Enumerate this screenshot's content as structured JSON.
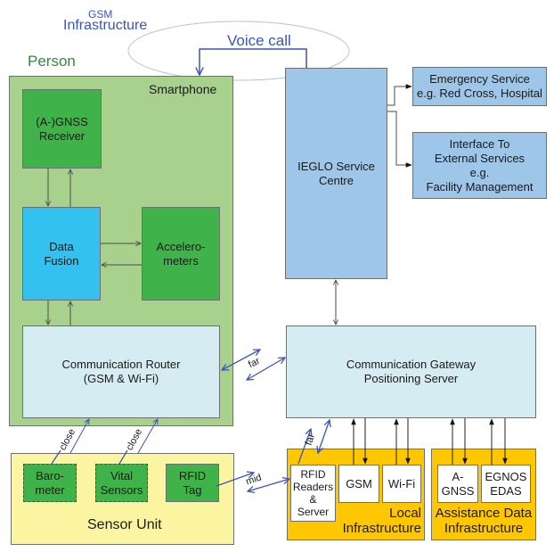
{
  "gsm_infrastructure": {
    "line1": "GSM",
    "line2": "Infrastructure"
  },
  "voice_call": "Voice call",
  "person": "Person",
  "smartphone": {
    "title": "Smartphone",
    "gnss": "(A-)GNSS\nReceiver",
    "data_fusion": "Data\nFusion",
    "accelerometers": "Accelero-\nmeters",
    "router": "Communication Router\n(GSM & Wi-Fi)"
  },
  "service_centre": "IEGLO Service\nCentre",
  "emergency_service": "Emergency Service\ne.g. Red Cross, Hospital",
  "external_interface": "Interface To\nExternal Services\ne.g.\nFacility Management",
  "gateway": "Communication Gateway\nPositioning Server",
  "links": {
    "far": "far",
    "far2": "far",
    "mid": "mid",
    "close1": "close",
    "close2": "close"
  },
  "sensor_unit": {
    "title": "Sensor Unit",
    "barometer": "Baro-\nmeter",
    "vital_sensors": "Vital\nSensors",
    "rfid_tag": "RFID\nTag"
  },
  "local_infrastructure": {
    "title": "Local\nInfrastructure",
    "rfid_readers": "RFID\nReaders\n&\nServer",
    "gsm": "GSM",
    "wifi": "Wi-Fi"
  },
  "assistance_data_infrastructure": {
    "title": "Assistance Data\nInfrastructure",
    "agnss": "A-\nGNSS",
    "egnos": "EGNOS\nEDAS"
  },
  "colors": {
    "smartphone_bg": "#a9d18e",
    "component_green": "#3fb34a",
    "data_fusion_blue": "#33c2f0",
    "router_bg": "#d5ecf2",
    "service_blue": "#9dc6e8",
    "sensor_unit_bg": "#fbf5a2",
    "infra_yellow": "#ffc700",
    "link_blue": "#3b54b8"
  }
}
